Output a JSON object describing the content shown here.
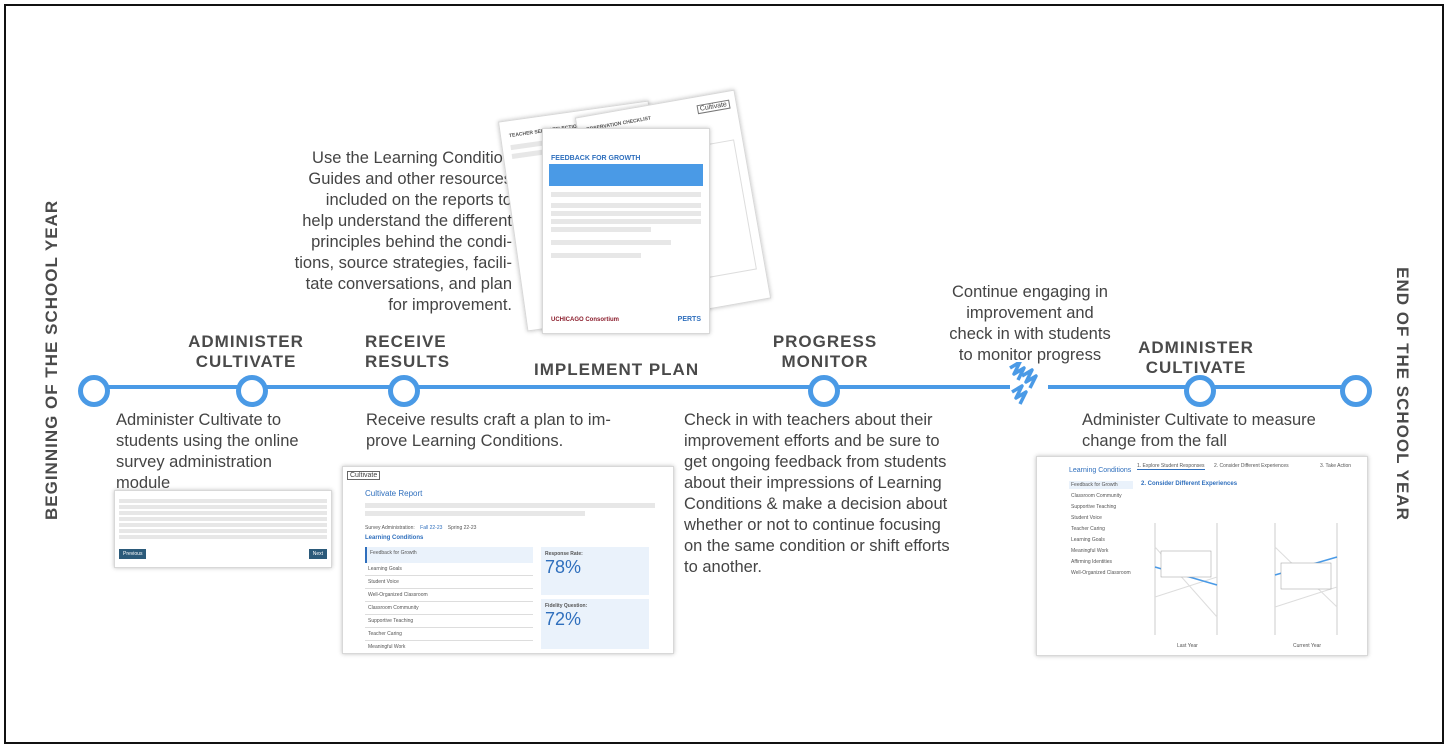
{
  "stages": {
    "start": "BEGINNING OF THE SCHOOL YEAR",
    "administer1": [
      "ADMINISTER",
      "CULTIVATE"
    ],
    "receive": [
      "RECEIVE",
      "RESULTS"
    ],
    "implement": "IMPLEMENT PLAN",
    "progress": [
      "PROGRESS",
      "MONITOR"
    ],
    "administer2": [
      "ADMINISTER",
      "CULTIVATE"
    ],
    "end": "END OF THE SCHOOL YEAR"
  },
  "descriptions": {
    "administer1": [
      "Administer Cultivate to",
      "students using the online",
      "survey administration",
      "module"
    ],
    "receive": [
      "Receive results craft a plan to im-",
      "prove Learning Conditions."
    ],
    "guides": [
      "Use the Learning Condition",
      "Guides and other resources",
      "included on the reports to",
      "help understand the different",
      "principles behind the condi-",
      "tions, source strategies, facili-",
      "tate conversations, and plan",
      "for improvement."
    ],
    "progress": [
      "Check in with teachers about their",
      "improvement efforts and be sure to",
      "get ongoing feedback from students",
      "about their impressions of Learning",
      "Conditions & make a decision about",
      "whether or not to continue focusing",
      "on the same condition or shift efforts",
      "to another."
    ],
    "continue": [
      "Continue engaging in",
      "improvement and",
      "check in with students",
      "to monitor progress"
    ],
    "administer2": [
      "Administer Cultivate to measure",
      "change from the fall"
    ]
  },
  "report": {
    "brand": "Cultivate",
    "title": "Cultivate Report",
    "section": "Learning Conditions",
    "admin_label": "Survey Administration:",
    "tab_active": "Fall 22-23",
    "tab_other": "Spring 22-23",
    "conditions": [
      "Feedback for Growth",
      "Learning Goals",
      "Student Voice",
      "Well-Organized Classroom",
      "Classroom Community",
      "Supportive Teaching",
      "Teacher Caring",
      "Meaningful Work"
    ],
    "response_label": "Response Rate:",
    "response_value": "78%",
    "fidelity_label": "Fidelity Question:",
    "fidelity_value": "72%"
  },
  "guide": {
    "heading": "FEEDBACK FOR GROWTH",
    "checklist": "OBSERVATION CHECKLIST",
    "reflection": "TEACHER SELF-REFLECTION",
    "logo1": "UCHICAGO Consortium",
    "logo2": "PERTS",
    "brand": "Cultivate"
  },
  "survey": {
    "previous": "Previous",
    "next": "Next"
  },
  "compare": {
    "section": "Learning Conditions",
    "tab1": "1. Explore Student Responses",
    "tab2": "2. Consider Different Experiences",
    "tab3": "3. Take Action",
    "heading": "2. Consider Different Experiences",
    "sidebar": [
      "Feedback for Growth",
      "Classroom Community",
      "Supportive Teaching",
      "Student Voice",
      "Teacher Caring",
      "Learning Goals",
      "Meaningful Work",
      "Affirming Identities",
      "Well-Organized Classroom"
    ],
    "footer_left": "Last Year",
    "footer_right": "Current Year"
  }
}
